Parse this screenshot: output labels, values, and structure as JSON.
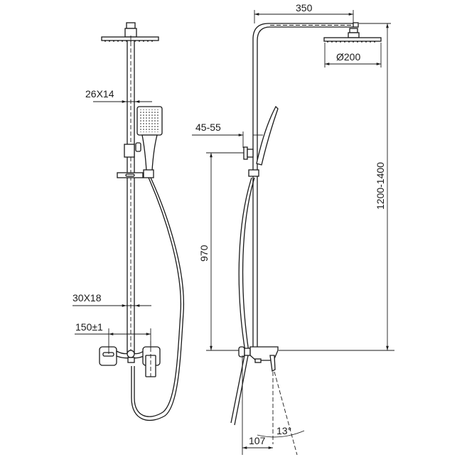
{
  "front_view": {
    "dims": {
      "hand_shower_rail": "26X14",
      "lower_pipe": "30X18",
      "mixer_centers": "150±1"
    }
  },
  "side_view": {
    "dims": {
      "arm_length": "350",
      "head_diameter": "Ø200",
      "total_height": "1200-1400",
      "wall_bracket": "45-55",
      "bracket_height": "970",
      "spout_projection": "107",
      "spout_angle": "13°"
    }
  },
  "colors": {
    "line": "#1a1a1a",
    "background": "#ffffff"
  }
}
